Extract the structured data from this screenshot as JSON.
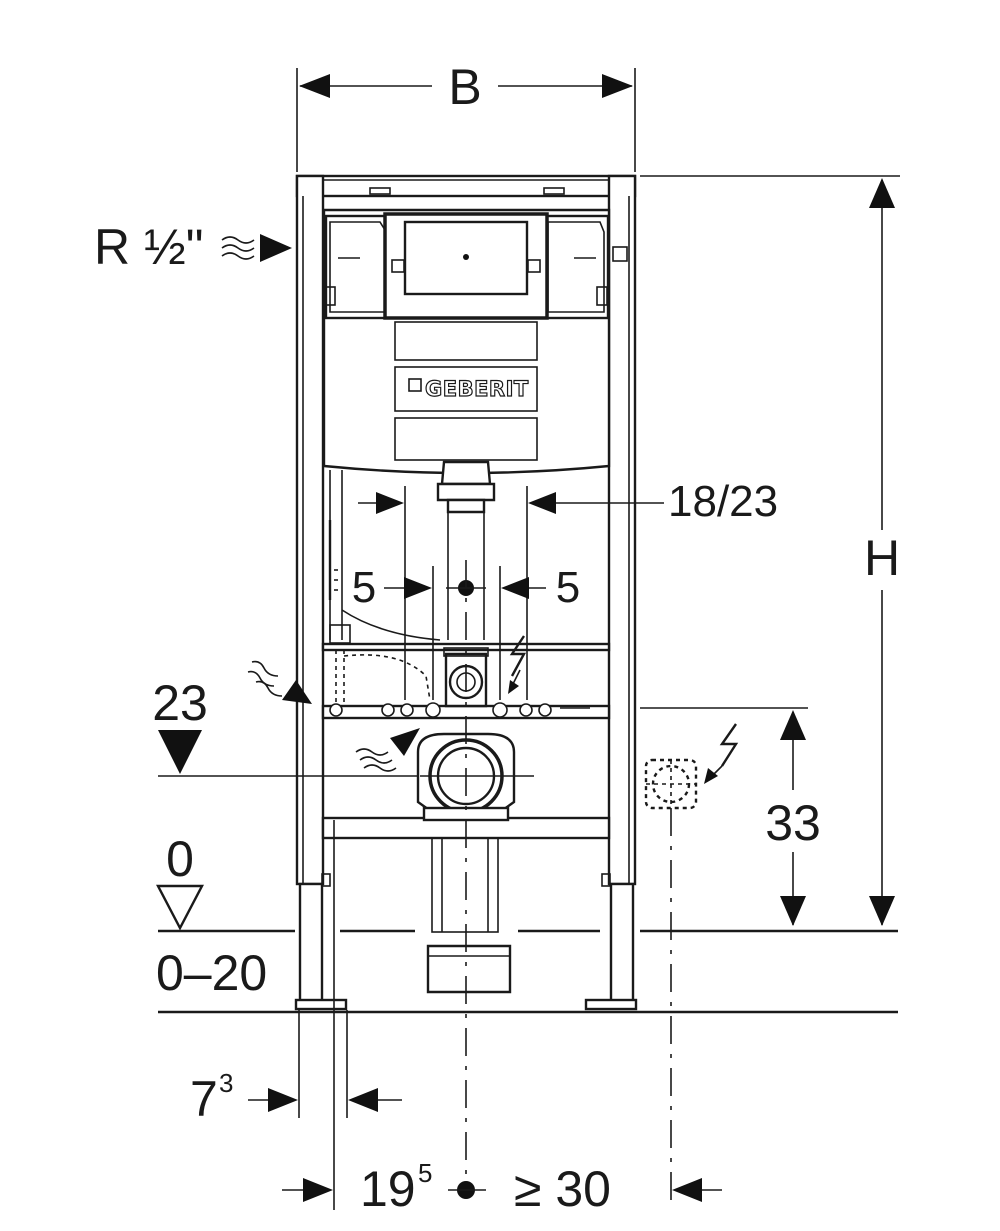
{
  "dimensions": {
    "width_label": "B",
    "height_label": "H",
    "pipe_thread": "R ½\"",
    "spacing_outer": "18/23",
    "offset_left": "5",
    "offset_right": "5",
    "inlet_height": "23",
    "floor_zero": "0",
    "floor_range": "0–20",
    "socket_height": "33",
    "foot_depth_base": "7",
    "foot_depth_sup": "3",
    "depth_base": "19",
    "depth_sup": "5",
    "min_clearance": "≥ 30"
  },
  "brand": {
    "logo_text": "GEBERIT"
  }
}
